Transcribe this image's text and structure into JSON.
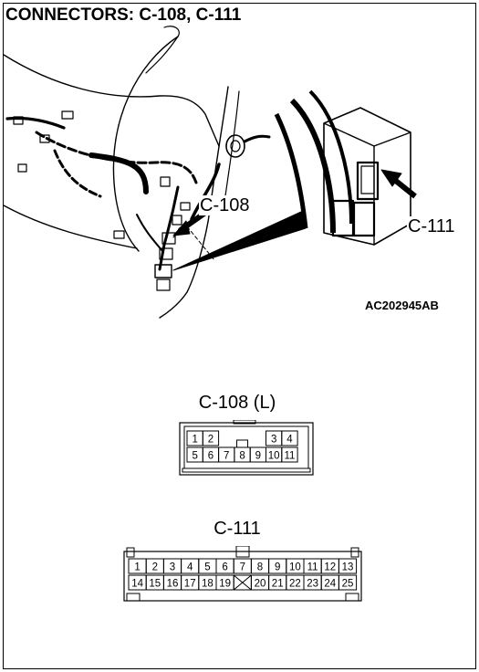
{
  "title": "CONNECTORS: C-108, C-111",
  "callouts": {
    "c108": "C-108",
    "c111": "C-111"
  },
  "reference_code": "AC202945AB",
  "connectors": {
    "c108": {
      "title": "C-108 (L)",
      "top_row": [
        "1",
        "2",
        "",
        "",
        "3",
        "4"
      ],
      "bottom_row": [
        "5",
        "6",
        "7",
        "8",
        "9",
        "10",
        "11"
      ]
    },
    "c111": {
      "title": "C-111",
      "top_row": [
        "1",
        "2",
        "3",
        "4",
        "5",
        "6",
        "7",
        "8",
        "9",
        "10",
        "11",
        "12",
        "13"
      ],
      "bottom_row": [
        "14",
        "15",
        "16",
        "17",
        "18",
        "19",
        "",
        "20",
        "21",
        "22",
        "23",
        "24",
        "25"
      ]
    }
  },
  "colors": {
    "line": "#000000",
    "background": "#ffffff"
  }
}
